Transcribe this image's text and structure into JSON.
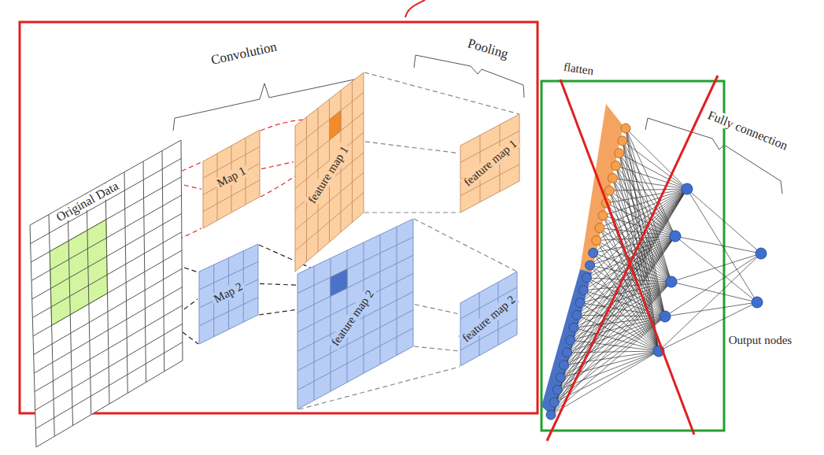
{
  "diagram": {
    "nodes": [
      {
        "text": [
          "Original Data"
        ]
      },
      {
        "text": [
          "Map 1"
        ]
      },
      {
        "text": [
          "Map 2"
        ]
      },
      {
        "text": [
          "feature map 1"
        ]
      },
      {
        "text": [
          "feature map 2"
        ]
      },
      {
        "text": [
          "feature map 1"
        ]
      },
      {
        "text": [
          "feature map 2"
        ]
      }
    ],
    "edges": [
      {
        "from": 0,
        "to": 1,
        "arrow": "none"
      },
      {
        "from": 0,
        "to": 2,
        "arrow": "none"
      },
      {
        "from": 1,
        "to": 3,
        "arrow": "none"
      },
      {
        "from": 2,
        "to": 4,
        "arrow": "none"
      },
      {
        "from": 3,
        "to": 5,
        "arrow": "none"
      },
      {
        "from": 4,
        "to": 6,
        "arrow": "none"
      }
    ],
    "labels": [
      "Convolution",
      "Pooling",
      "flatten",
      "Fully connection",
      "Output nodes"
    ]
  }
}
